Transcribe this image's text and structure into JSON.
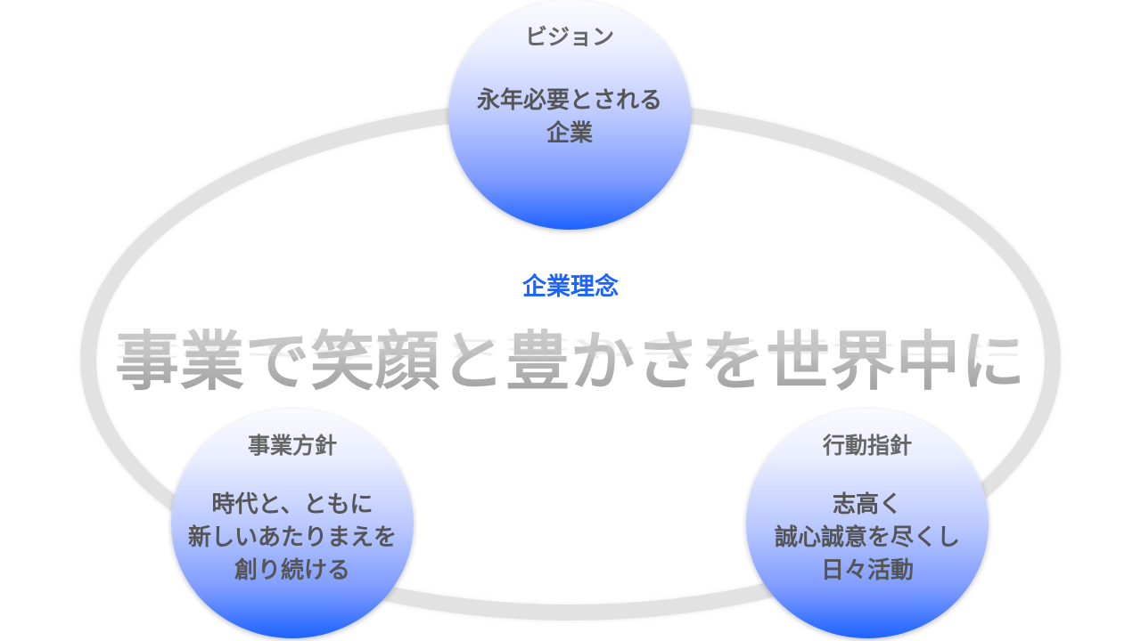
{
  "philosophy": {
    "label": "企業理念",
    "statement": "事業で笑顔と豊かさを世界中に"
  },
  "vision": {
    "heading": "ビジョン",
    "lines": [
      "永年必要とされる",
      "企業"
    ]
  },
  "business_policy": {
    "heading": "事業方針",
    "lines": [
      "時代と、ともに",
      "新しいあたりまえを",
      "創り続ける"
    ]
  },
  "action_guideline": {
    "heading": "行動指針",
    "lines": [
      "志高く",
      "誠心誠意を尽くし",
      "日々活動"
    ]
  },
  "colors": {
    "accent_blue": "#1e63ff",
    "ring_gray": "#e2e2e2",
    "text_gray": "#555555"
  }
}
